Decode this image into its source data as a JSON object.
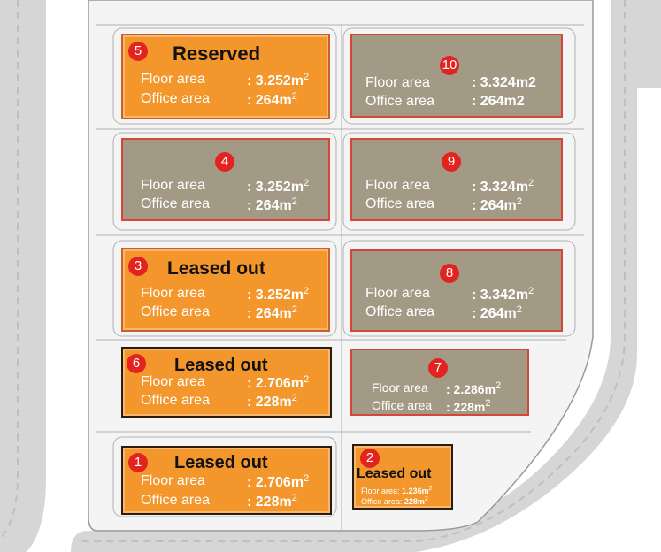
{
  "labels": {
    "floor_area": "Floor area",
    "office_area": "Office area",
    "floor_area_short": "Floor area:",
    "office_area_short": "Office area:"
  },
  "units": {
    "u5": {
      "number": "5",
      "status": "Reserved",
      "floor": ": 3.252m",
      "office": ": 264m",
      "floor_sup": "2",
      "office_sup": "2"
    },
    "u10": {
      "number": "10",
      "status": "",
      "floor": ": 3.324m2",
      "office": ": 264m2"
    },
    "u4": {
      "number": "4",
      "status": "",
      "floor": ": 3.252m",
      "office": ": 264m",
      "floor_sup": "2",
      "office_sup": "2"
    },
    "u9": {
      "number": "9",
      "status": "",
      "floor": ": 3.324m",
      "office": ": 264m",
      "floor_sup": "2",
      "office_sup": "2"
    },
    "u3": {
      "number": "3",
      "status": "Leased out",
      "floor": ": 3.252m",
      "office": ": 264m",
      "floor_sup": "2",
      "office_sup": "2"
    },
    "u8": {
      "number": "8",
      "status": "",
      "floor": ": 3.342m",
      "office": ": 264m",
      "floor_sup": "2",
      "office_sup": "2"
    },
    "u6": {
      "number": "6",
      "status": "Leased out",
      "floor": ": 2.706m",
      "office": ": 228m",
      "floor_sup": "2",
      "office_sup": "2"
    },
    "u7": {
      "number": "7",
      "status": "",
      "floor": ": 2.286m",
      "office": ": 228m",
      "floor_sup": "2",
      "office_sup": "2"
    },
    "u1": {
      "number": "1",
      "status": "Leased out",
      "floor": ": 2.706m",
      "office": ": 228m",
      "floor_sup": "2",
      "office_sup": "2"
    },
    "u2": {
      "number": "2",
      "status": "Leased out",
      "floor": "1.236m",
      "office": "228m",
      "floor_sup": "2",
      "office_sup": "2"
    }
  },
  "colors": {
    "available_fill": "#a39a86",
    "leased_fill": "#f3962b",
    "badge": "#e2231f",
    "road": "#d9d9d9"
  }
}
